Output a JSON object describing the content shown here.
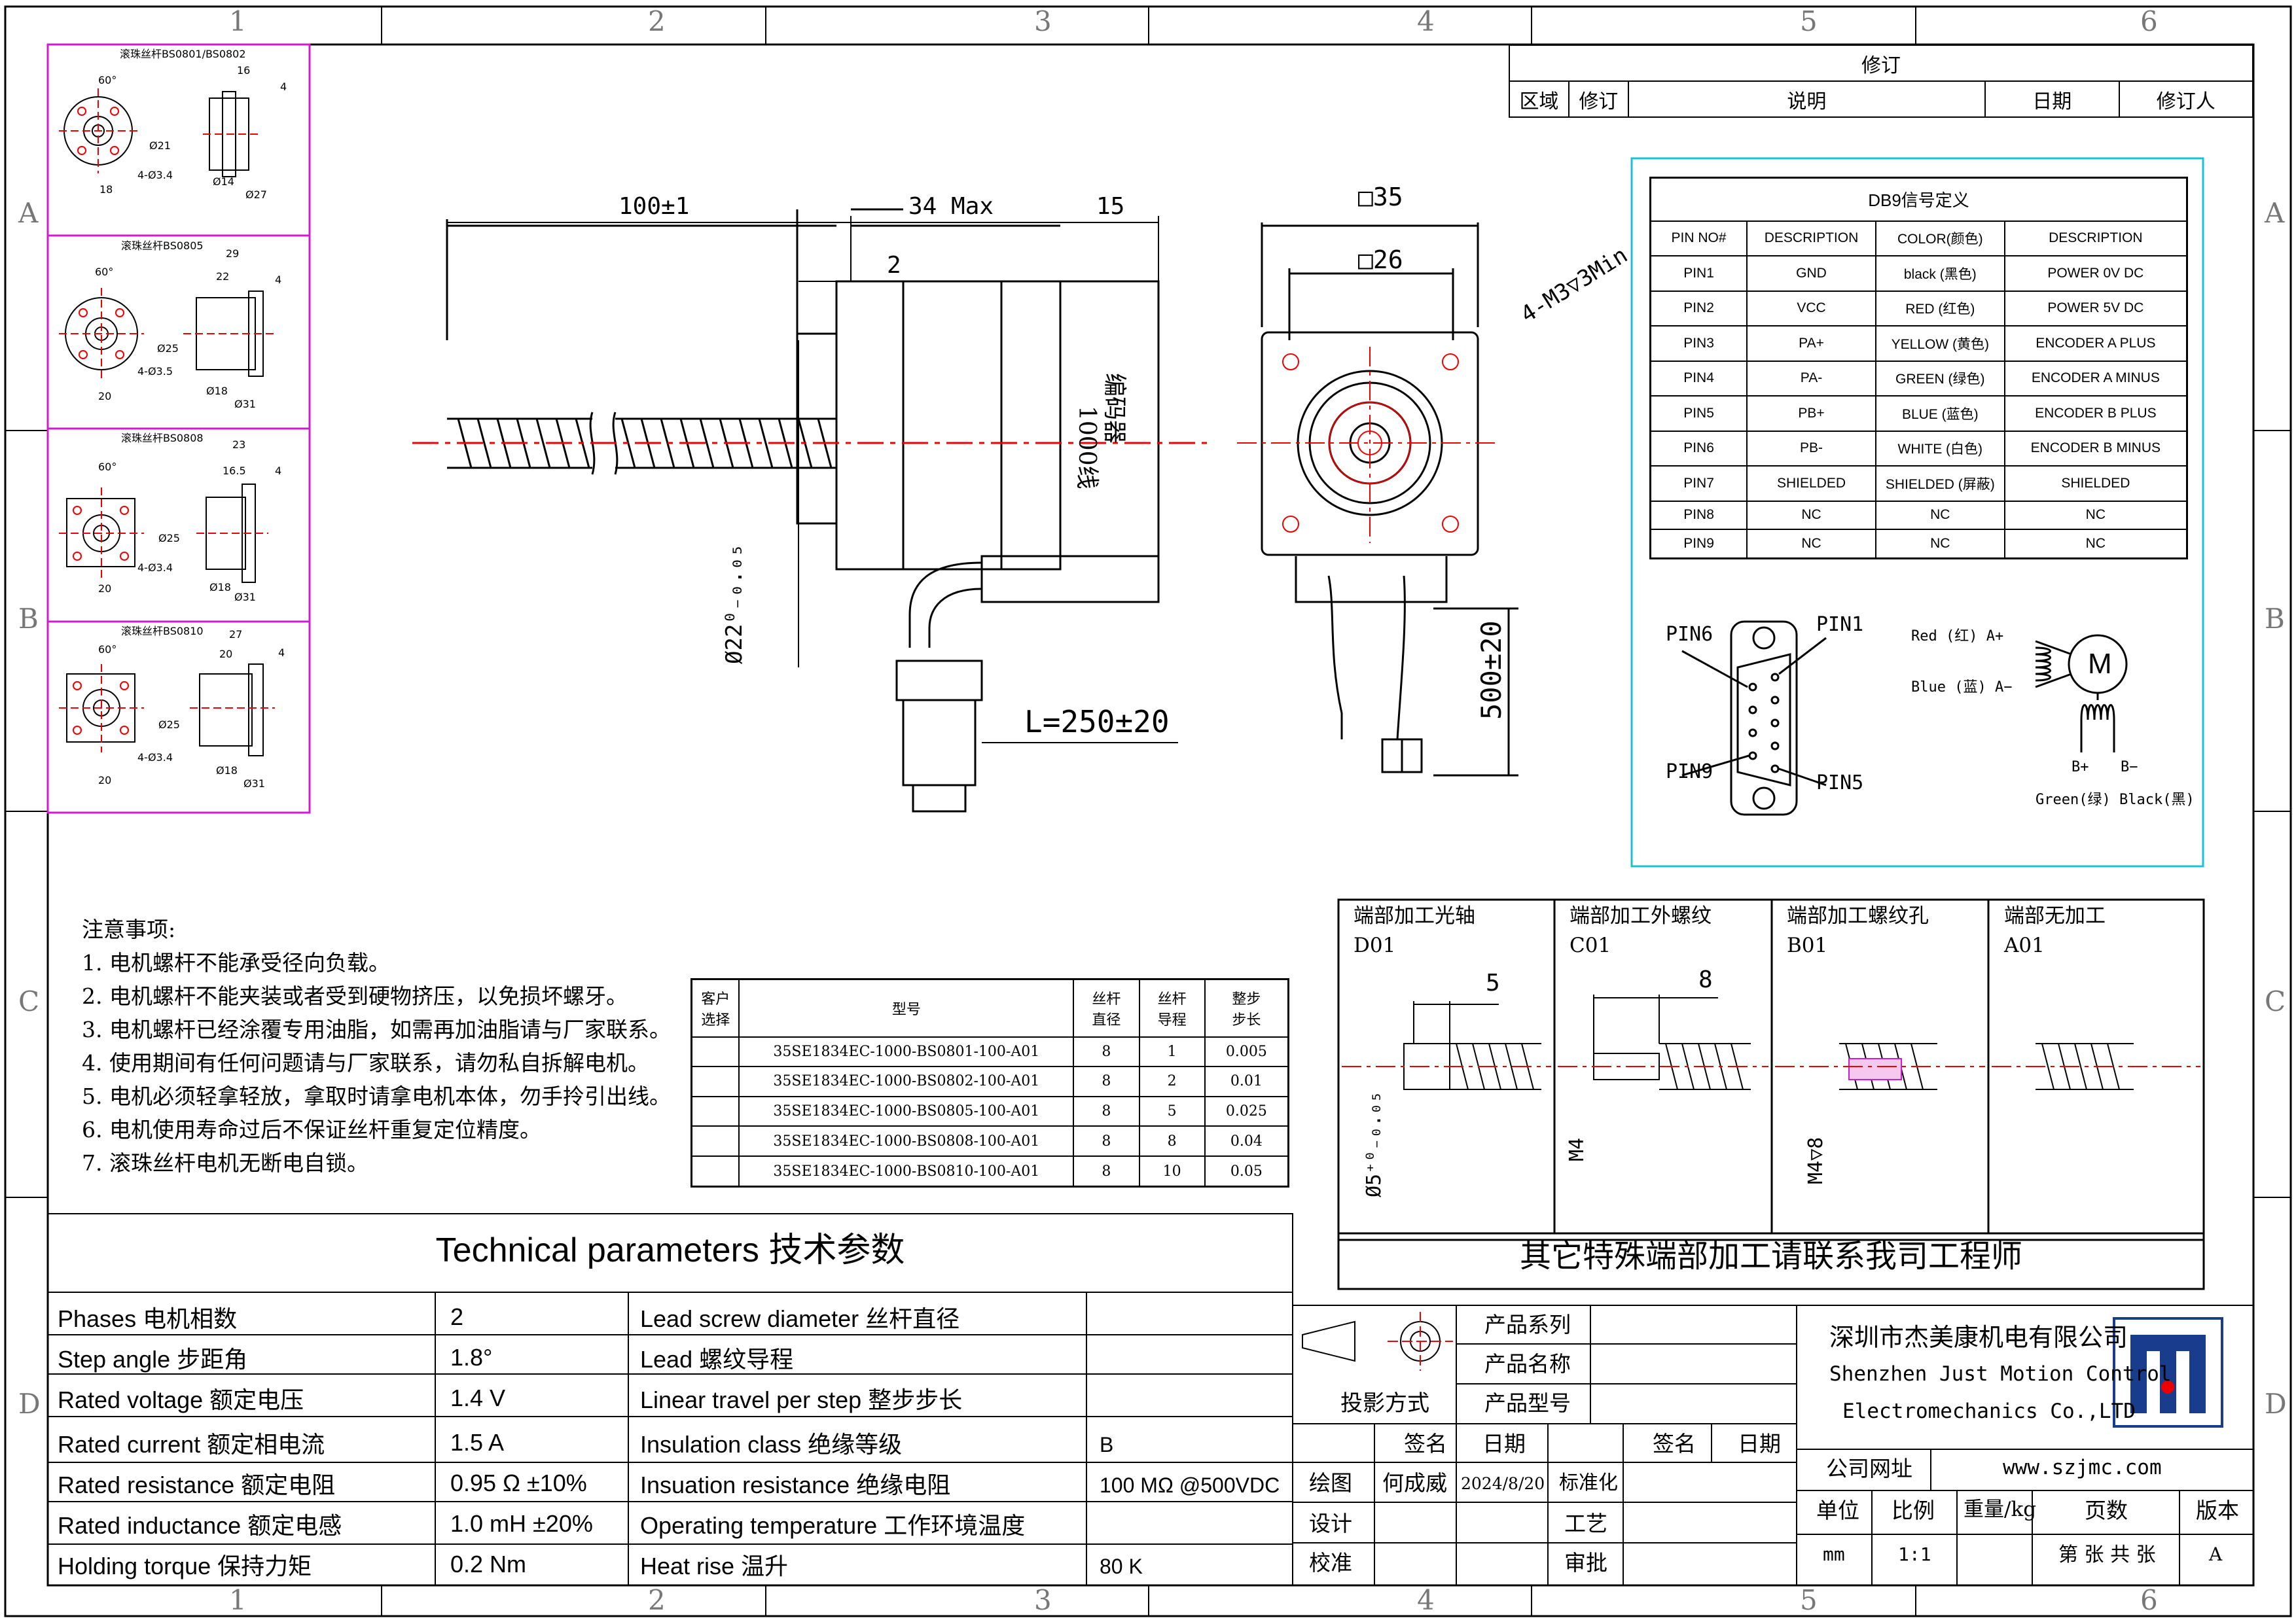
{
  "frame": {
    "col_labels": [
      "1",
      "2",
      "3",
      "4",
      "5",
      "6"
    ],
    "row_labels": [
      "A",
      "B",
      "C",
      "D"
    ]
  },
  "revision": {
    "title": "修订",
    "headers": [
      "区域",
      "修订",
      "说明",
      "日期",
      "修订人"
    ]
  },
  "screws": [
    {
      "title": "滚珠丝杆BS0801/BS0802",
      "dims": [
        "60°",
        "16",
        "4",
        "Ø21",
        "4-Ø3.4",
        "18",
        "Ø14",
        "Ø27"
      ]
    },
    {
      "title": "滚珠丝杆BS0805",
      "dims": [
        "60°",
        "29",
        "22",
        "4",
        "Ø25",
        "4-Ø3.5",
        "20",
        "Ø18",
        "Ø31"
      ]
    },
    {
      "title": "滚珠丝杆BS0808",
      "dims": [
        "60°",
        "23",
        "16.5",
        "4",
        "Ø25",
        "4-Ø3.4",
        "20",
        "Ø18",
        "Ø31"
      ]
    },
    {
      "title": "滚珠丝杆BS0810",
      "dims": [
        "60°",
        "27",
        "20",
        "4",
        "Ø25",
        "4-Ø3.4",
        "20",
        "Ø18",
        "Ø31"
      ]
    }
  ],
  "side_view": {
    "dim_length": "100±1",
    "dim_body": "34 Max",
    "dim_encoder": "15",
    "dim_flange": "2",
    "dim_boss": "Ø22⁰₋₀.₀₅",
    "cable": "L=250±20",
    "encoder_label_1": "编码器",
    "encoder_label_2": "1000线"
  },
  "front_view": {
    "dim_square": "□35",
    "dim_holes": "□26",
    "holes": "4-M3▽3Min",
    "dim_lead": "500±20"
  },
  "db9": {
    "title": "DB9信号定义",
    "headers": [
      "PIN NO#",
      "DESCRIPTION",
      "COLOR(颜色)",
      "DESCRIPTION"
    ],
    "rows": [
      [
        "PIN1",
        "GND",
        "black (黑色)",
        "POWER 0V DC"
      ],
      [
        "PIN2",
        "VCC",
        "RED (红色)",
        "POWER 5V DC"
      ],
      [
        "PIN3",
        "PA+",
        "YELLOW (黄色)",
        "ENCODER A PLUS"
      ],
      [
        "PIN4",
        "PA-",
        "GREEN (绿色)",
        "ENCODER A MINUS"
      ],
      [
        "PIN5",
        "PB+",
        "BLUE (蓝色)",
        "ENCODER B PLUS"
      ],
      [
        "PIN6",
        "PB-",
        "WHITE (白色)",
        "ENCODER B MINUS"
      ],
      [
        "PIN7",
        "SHIELDED",
        "SHIELDED (屏蔽)",
        "SHIELDED"
      ],
      [
        "PIN8",
        "NC",
        "NC",
        "NC"
      ],
      [
        "PIN9",
        "NC",
        "NC",
        "NC"
      ]
    ],
    "conn_labels": [
      "PIN6",
      "PIN1",
      "PIN9",
      "PIN5"
    ],
    "motor": {
      "red": "Red (红) A+",
      "blue": "Blue (蓝) A−",
      "b_plus": "B+",
      "b_minus": "B−",
      "green": "Green(绿)",
      "black": "Black(黑)",
      "m": "M"
    }
  },
  "notes": {
    "title": "注意事项:",
    "items": [
      "1. 电机螺杆不能承受径向负载。",
      "2. 电机螺杆不能夹装或者受到硬物挤压，以免损坏螺牙。",
      "3. 电机螺杆已经涂覆专用油脂，如需再加油脂请与厂家联系。",
      "4. 使用期间有任何问题请与厂家联系，请勿私自拆解电机。",
      "5. 电机必须轻拿轻放，拿取时请拿电机本体，勿手拎引出线。",
      "6. 电机使用寿命过后不保证丝杆重复定位精度。",
      "7. 滚珠丝杆电机无断电自锁。"
    ]
  },
  "models": {
    "headers": [
      "客户\n选择",
      "型号",
      "丝杆\n直径",
      "丝杆\n导程",
      "整步\n步长"
    ],
    "rows": [
      [
        "",
        "35SE1834EC-1000-BS0801-100-A01",
        "8",
        "1",
        "0.005"
      ],
      [
        "",
        "35SE1834EC-1000-BS0802-100-A01",
        "8",
        "2",
        "0.01"
      ],
      [
        "",
        "35SE1834EC-1000-BS0805-100-A01",
        "8",
        "5",
        "0.025"
      ],
      [
        "",
        "35SE1834EC-1000-BS0808-100-A01",
        "8",
        "8",
        "0.04"
      ],
      [
        "",
        "35SE1834EC-1000-BS0810-100-A01",
        "8",
        "10",
        "0.05"
      ]
    ]
  },
  "ends": {
    "panels": [
      {
        "title": "端部加工光轴",
        "code": "D01",
        "dim": "5",
        "side": "Ø5⁺⁰₋₀.₀₅"
      },
      {
        "title": "端部加工外螺纹",
        "code": "C01",
        "dim": "8",
        "side": "M4"
      },
      {
        "title": "端部加工螺纹孔",
        "code": "B01",
        "dim": "",
        "side": "M4▽8"
      },
      {
        "title": "端部无加工",
        "code": "A01",
        "dim": "",
        "side": ""
      }
    ],
    "footer": "其它特殊端部加工请联系我司工程师"
  },
  "tech": {
    "title": "Technical parameters 技术参数",
    "rows": [
      [
        "Phases 电机相数",
        "2",
        "Lead screw diameter 丝杆直径",
        ""
      ],
      [
        "Step angle 步距角",
        "1.8°",
        "Lead 螺纹导程",
        ""
      ],
      [
        "Rated voltage 额定电压",
        "1.4 V",
        "Linear travel per step 整步步长",
        ""
      ],
      [
        "Rated current 额定相电流",
        "1.5 A",
        "Insulation class 绝缘等级",
        "B"
      ],
      [
        "Rated resistance 额定电阻",
        "0.95 Ω  ±10%",
        "Insuation resistance 绝缘电阻",
        "100 MΩ @500VDC"
      ],
      [
        "Rated inductance 额定电感",
        "1.0 mH ±20%",
        "Operating temperature 工作环境温度",
        ""
      ],
      [
        "Holding torque 保持力矩",
        "0.2 Nm",
        "Heat rise 温升",
        "80 K"
      ]
    ]
  },
  "titleblock": {
    "projection": "投影方式",
    "product_series": "产品系列",
    "product_name": "产品名称",
    "product_model": "产品型号",
    "sign": "签名",
    "date": "日期",
    "draw": "绘图",
    "drawer": "何成威",
    "draw_date": "2024/8/20",
    "design": "设计",
    "check": "校准",
    "standard": "标准化",
    "process": "工艺",
    "approve": "审批",
    "company_cn": "深圳市杰美康机电有限公司",
    "company_en1": "Shenzhen Just Motion Control",
    "company_en2": "Electromechanics Co.,LTD",
    "site_label": "公司网址",
    "site": "www.szjmc.com",
    "unit": "单位",
    "scale": "比例",
    "weight": "重量/kg",
    "pages": "页数",
    "version": "版本",
    "unit_val": "mm",
    "scale_val": "1:1",
    "pages_val": "第 张 共 张",
    "version_val": "A"
  }
}
